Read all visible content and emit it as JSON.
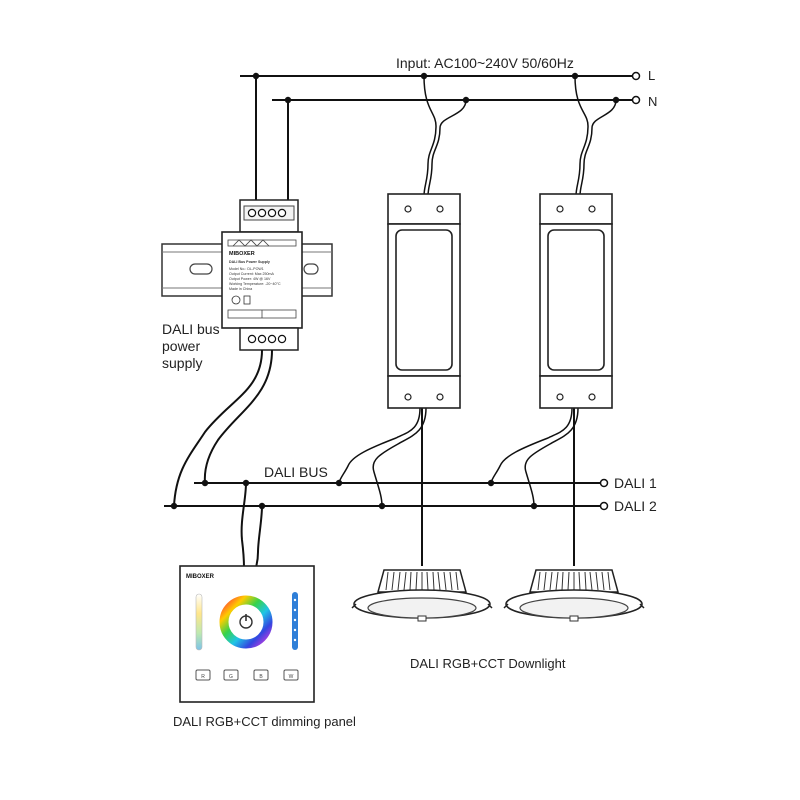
{
  "input": {
    "label": "Input: AC100~240V  50/60Hz",
    "line_l": "L",
    "line_n": "N"
  },
  "power_supply": {
    "label_lines": [
      "DALI bus",
      "power",
      "supply"
    ],
    "brand": "MIBOXER",
    "product_title": "DALI Bus Power Supply",
    "spec_lines": [
      "Model No.: DL-POW1",
      "Output Current: Max 250mA",
      "Output Power: 4W @ 16V",
      "Working Temperature: -20~40°C",
      "Made in China"
    ]
  },
  "bus": {
    "label": "DALI BUS",
    "line1": "DALI 1",
    "line2": "DALI 2"
  },
  "downlight": {
    "label": "DALI RGB+CCT Downlight"
  },
  "panel": {
    "label": "DALI RGB+CCT dimming panel",
    "brand": "MIBOXER",
    "zone_buttons": [
      "R",
      "G",
      "B",
      "W"
    ]
  },
  "colors": {
    "ink": "#111111",
    "panel_blue": "#2f7fd8"
  }
}
